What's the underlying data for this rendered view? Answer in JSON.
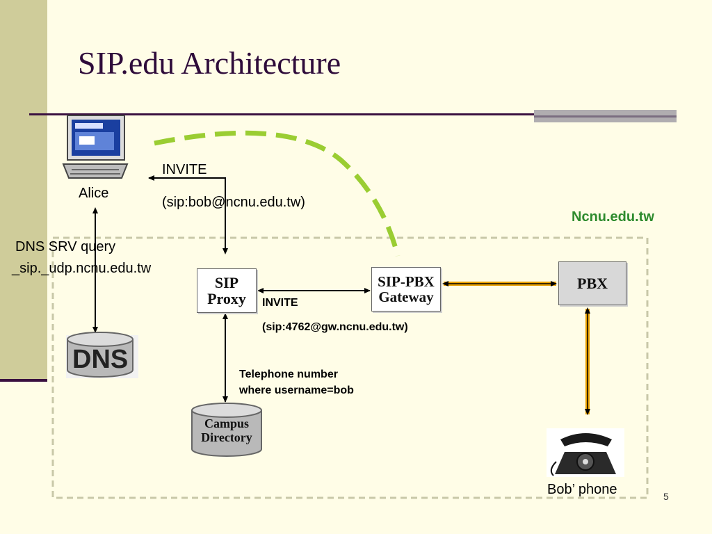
{
  "slide": {
    "title": "SIP.edu Architecture",
    "page_number": "5",
    "domain_label": "Ncnu.edu.tw"
  },
  "nodes": {
    "alice": "Alice",
    "sip_proxy": [
      "SIP",
      "Proxy"
    ],
    "sip_pbx_gateway": [
      "SIP-PBX",
      "Gateway"
    ],
    "pbx": "PBX",
    "dns": "DNS",
    "campus_directory": [
      "Campus",
      "Directory"
    ],
    "bobs_phone": "Bob’ phone"
  },
  "labels": {
    "invite_1": "INVITE",
    "invite_1_uri": "(sip:bob@ncnu.edu.tw)",
    "dns_query_1": "DNS SRV query",
    "dns_query_2": "_sip._udp.ncnu.edu.tw",
    "invite_2": "INVITE",
    "invite_2_uri": "(sip:4762@gw.ncnu.edu.tw)",
    "lookup_1": "Telephone number",
    "lookup_2": "where username=bob"
  },
  "colors": {
    "title": "#2e0b3a",
    "domain_label": "#2e8b2e",
    "dashed_arc": "#9acd32",
    "pbx_link": "#e8a000",
    "boundary": "#c8c8a8"
  },
  "icons": {
    "alice": "laptop-icon",
    "dns": "database-cylinder-icon",
    "campus_directory": "database-cylinder-icon",
    "bobs_phone": "rotary-telephone-icon"
  }
}
